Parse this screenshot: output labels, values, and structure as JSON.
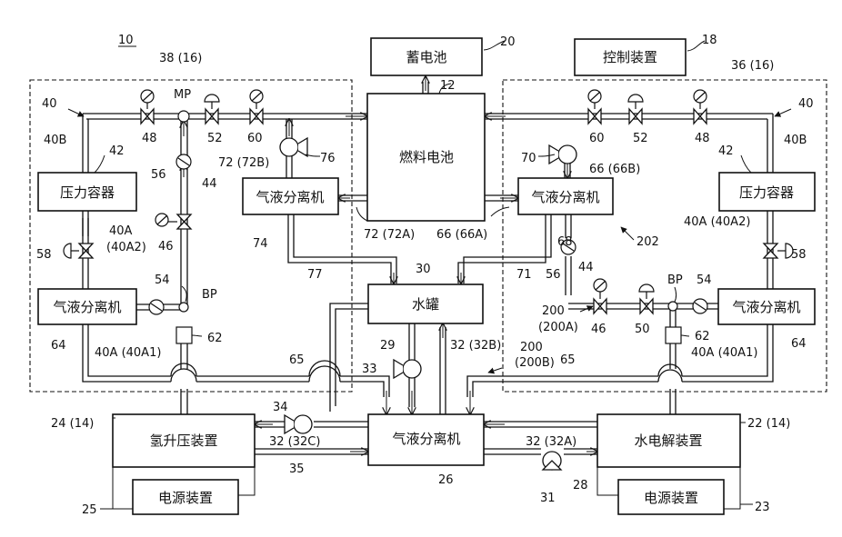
{
  "figure_number": "10",
  "components": {
    "battery": "蓄电池",
    "control": "控制装置",
    "fuel_cell": "燃料电池",
    "tank": "水罐",
    "gls_center": "气液分离机",
    "gls_left_up": "气液分离机",
    "gls_right_up": "气液分离机",
    "gls_left_low": "气液分离机",
    "gls_right_low": "气液分离机",
    "pressure_left": "压力容器",
    "pressure_right": "压力容器",
    "h2_booster": "氢升压装置",
    "electrolyzer": "水电解装置",
    "psu_left": "电源装置",
    "psu_right": "电源装置"
  },
  "refs": {
    "r20": "20",
    "r18": "18",
    "r38": "38 (16)",
    "r36": "36 (16)",
    "r12": "12",
    "r40l": "40",
    "r40r": "40",
    "r40bl": "40B",
    "r40br": "40B",
    "r48l": "48",
    "r48r": "48",
    "r52l": "52",
    "r52r": "52",
    "r60l": "60",
    "r60r": "60",
    "mp": "MP",
    "r76": "76",
    "r70": "70",
    "r72b": "72 (72B)",
    "r66b": "66 (66B)",
    "r42l": "42",
    "r42r": "42",
    "r56l": "56",
    "r56r": "56",
    "r44l": "44",
    "r44r": "44",
    "r46l": "46",
    "r46r": "46",
    "r40a2l": "40A",
    "r40a2l2": "(40A2)",
    "r40a2r": "40A (40A2)",
    "r58l": "58",
    "r58r": "58",
    "r74": "74",
    "r72a": "72 (72A)",
    "r66a": "66 (66A)",
    "r68": "68",
    "r202": "202",
    "r77": "77",
    "r30": "30",
    "r71": "71",
    "r54l": "54",
    "r54r": "54",
    "bpl": "BP",
    "bpr": "BP",
    "r64l": "64",
    "r64r": "64",
    "r62l": "62",
    "r62r": "62",
    "r200a1": "200",
    "r200a2": "(200A)",
    "r50": "50",
    "r40a1l": "40A (40A1)",
    "r40a1r": "40A (40A1)",
    "r29": "29",
    "r32b": "32 (32B)",
    "r200b1": "200",
    "r200b2": "(200B)",
    "r65l": "65",
    "r65r": "65",
    "r33": "33",
    "r34": "34",
    "r24": "24 (14)",
    "r22": "22 (14)",
    "r32c": "32 (32C)",
    "r32a": "32 (32A)",
    "r35": "35",
    "r26": "26",
    "r31": "31",
    "r28": "28",
    "r25": "25",
    "r23": "23"
  }
}
